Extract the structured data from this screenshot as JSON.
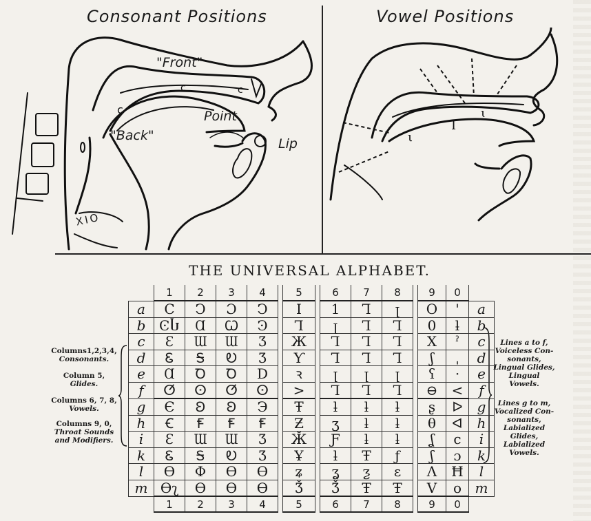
{
  "diagrams": {
    "consonant_title": "Consonant Positions",
    "vowel_title": "Vowel Positions",
    "labels": {
      "front": "\"Front\"",
      "point": "Point",
      "back": "\"Back\"",
      "lip": "Lip",
      "larynx": "XIO"
    }
  },
  "alphabet": {
    "title": "THE UNIVERSAL ALPHABET.",
    "columns": [
      "1",
      "2",
      "3",
      "4",
      "5",
      "6",
      "7",
      "8",
      "9",
      "0"
    ],
    "rows": [
      {
        "label": "a",
        "cells": [
          "C",
          "Ͻ",
          "Ɔ",
          "Ͻ",
          "I",
          "1",
          "Ꞁ",
          "ꞁ",
          "O",
          "'"
        ]
      },
      {
        "label": "b",
        "cells": [
          "ϾႱ",
          "Ɑ",
          "Ꞷ",
          "Ͽ",
          "Ꞁ",
          "ꞁ",
          "Ꞁ",
          "Ꞁ",
          "0",
          "ƚ"
        ]
      },
      {
        "label": "c",
        "cells": [
          "Ɛ",
          "Ɯ",
          "Ɯ",
          "Ʒ",
          "Ж",
          "Ꞁ",
          "Ꞁ",
          "Ꞁ",
          "X",
          "ˀ"
        ]
      },
      {
        "label": "d",
        "cells": [
          "Ꮛ",
          "Ꭶ",
          "Ꭷ",
          "Ʒ",
          "Ƴ",
          "Ꞁ",
          "Ꞁ",
          "Ꞁ",
          "ʃ",
          "ˌ"
        ]
      },
      {
        "label": "e",
        "cells": [
          "Ɑ",
          "Ꝺ",
          "Ꝺ",
          "D",
          "ꝛ",
          "ꞁ",
          "ꞁ",
          "ꞁ",
          "ʕ",
          "·"
        ]
      },
      {
        "label": "f",
        "cells": [
          "ⵚ",
          "ⵙ",
          "ⵚ",
          "ⵙ",
          ">",
          "Ꞁ",
          "Ꞁ",
          "Ꞁ",
          "⊖",
          "<"
        ]
      },
      {
        "label": "g",
        "cells": [
          "Є",
          "Ꞝ",
          "Ꞝ",
          "Э",
          "Ŧ",
          "ƚ",
          "ƚ",
          "ƚ",
          "ʂ",
          "ᐅ"
        ]
      },
      {
        "label": "h",
        "cells": [
          "Ꞓ",
          "Ꞙ",
          "Ꞙ",
          "Ꞙ",
          "Ƶ",
          "ʒ",
          "ƚ",
          "ƚ",
          "θ",
          "ᐊ"
        ]
      },
      {
        "label": "i",
        "cells": [
          "Ɛ",
          "Ɯ",
          "Ɯ",
          "Ʒ",
          "Ӂ",
          "Ƒ",
          "ƚ",
          "ƚ",
          "ʆ",
          "c"
        ]
      },
      {
        "label": "k",
        "cells": [
          "Ꮛ",
          "Ꭶ",
          "Ꭷ",
          "Ʒ",
          "Ұ",
          "ƚ",
          "Ŧ",
          "ƒ",
          "ʃ",
          "ɔ"
        ]
      },
      {
        "label": "l",
        "cells": [
          "Ѳ",
          "Φ",
          "Ѳ",
          "Ɵ",
          "ʑ",
          "ʓ",
          "ƺ",
          "ɛ",
          "Λ",
          "Ħ"
        ]
      },
      {
        "label": "m",
        "cells": [
          "Ѳʅ",
          "Ѳ",
          "Ѳ",
          "Ɵ",
          "Ǯ",
          "Ǯ",
          "Ŧ",
          "Ŧ",
          "V",
          "o"
        ]
      }
    ],
    "left_notes": [
      {
        "line1": "Columns1,2,3,4,",
        "line2": "Consonants."
      },
      {
        "line1": "Column 5,",
        "line2": "Glides."
      },
      {
        "line1": "Columns 6, 7, 8,",
        "line2": "Vowels."
      },
      {
        "line1": "Columns 9, 0,",
        "line2": "Throat Sounds",
        "line3": "and Modifiers."
      }
    ],
    "right_notes": [
      {
        "lines": [
          "Lines a to f,",
          "Voiceless Con-",
          "sonants,",
          "Lingual Glides,",
          "Lingual",
          "Vowels."
        ]
      },
      {
        "lines": [
          "Lines g to m,",
          "Vocalized Con-",
          "sonants,",
          "Labialized",
          "Glides,",
          "Labialized",
          "Vowels."
        ]
      }
    ]
  }
}
